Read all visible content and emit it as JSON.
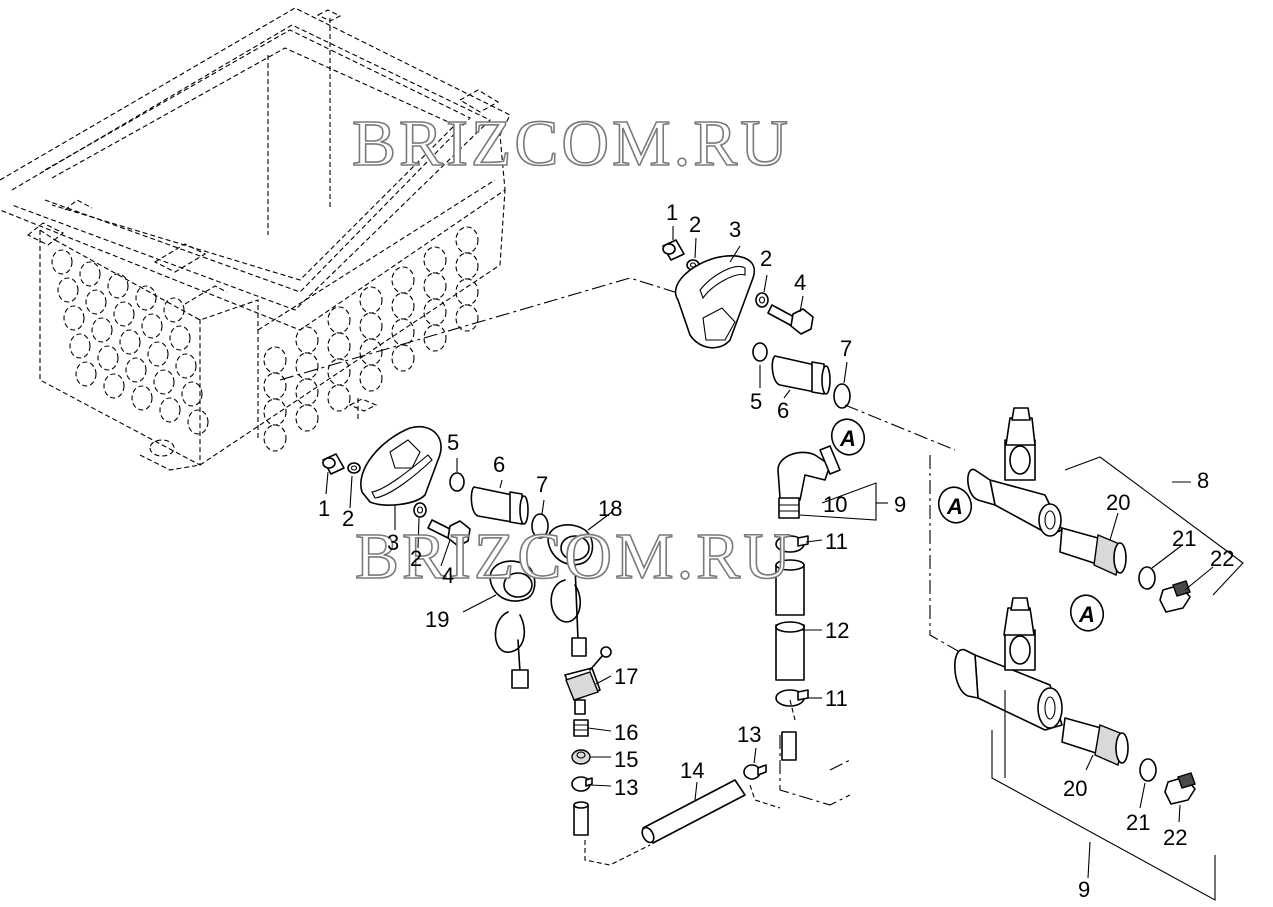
{
  "watermark": "BRIZCOM.RU",
  "callouts": {
    "c1a": "1",
    "c2a": "2",
    "c3a": "3",
    "c2b": "2",
    "c4a": "4",
    "c7a": "7",
    "c5a": "5",
    "c6a": "6",
    "c5b": "5",
    "c6b": "6",
    "c7b": "7",
    "c18": "18",
    "c1b": "1",
    "c2c": "2",
    "c3b": "3",
    "c2d": "2",
    "c4b": "4",
    "c19": "19",
    "c17": "17",
    "c16": "16",
    "c15": "15",
    "c13a": "13",
    "c14": "14",
    "c13b": "13",
    "c10": "10",
    "c9a": "9",
    "c11a": "11",
    "c12": "12",
    "c11b": "11",
    "c8": "8",
    "c20a": "20",
    "c21a": "21",
    "c22a": "22",
    "c20b": "20",
    "c21b": "21",
    "c22b": "22",
    "c9b": "9"
  },
  "connection_marker": "A"
}
